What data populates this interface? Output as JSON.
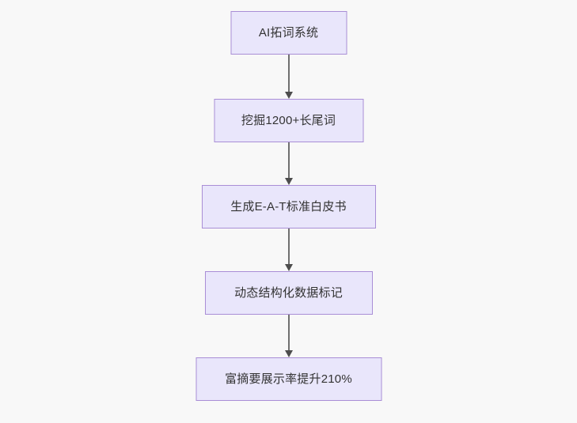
{
  "diagram": {
    "type": "flowchart",
    "orientation": "top-to-bottom",
    "background_color": "#f8f8f8",
    "node_fill_color": "#e9e6fb",
    "node_border_color": "#a98ed6",
    "node_text_color": "#333333",
    "edge_color": "#707070",
    "nodes": [
      {
        "id": "n1",
        "label": "AI拓词系统"
      },
      {
        "id": "n2",
        "label": "挖掘1200+长尾词"
      },
      {
        "id": "n3",
        "label": "生成E-A-T标准白皮书"
      },
      {
        "id": "n4",
        "label": "动态结构化数据标记"
      },
      {
        "id": "n5",
        "label": "富摘要展示率提升210%"
      }
    ],
    "edges": [
      {
        "from": "n1",
        "to": "n2",
        "label": ""
      },
      {
        "from": "n2",
        "to": "n3",
        "label": ""
      },
      {
        "from": "n3",
        "to": "n4",
        "label": ""
      },
      {
        "from": "n4",
        "to": "n5",
        "label": ""
      }
    ]
  }
}
